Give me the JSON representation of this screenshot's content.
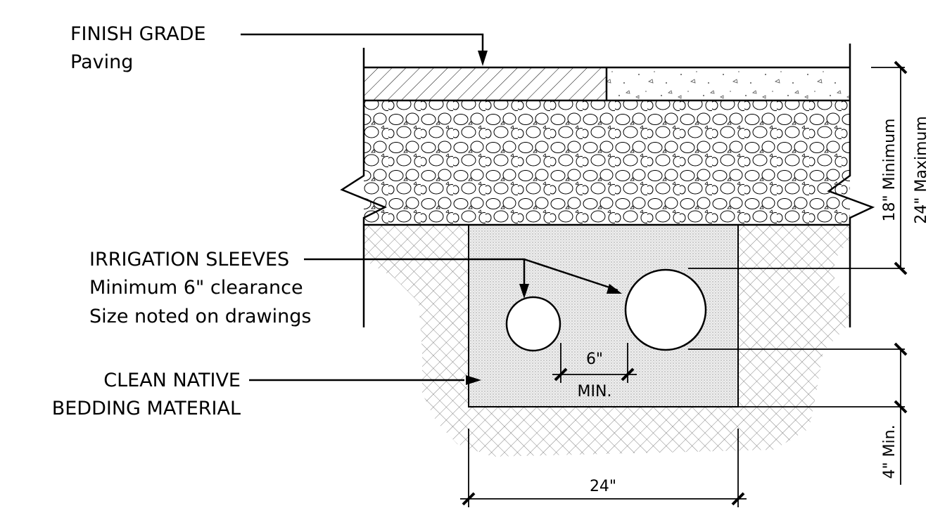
{
  "labels": {
    "finish_grade": "FINISH GRADE",
    "paving": "Paving",
    "irrigation_sleeves": "IRRIGATION SLEEVES",
    "clearance": "Minimum 6\" clearance",
    "size_note": "Size noted on drawings",
    "clean_native": "CLEAN NATIVE",
    "bedding_material": "BEDDING MATERIAL"
  },
  "dimensions": {
    "spacing_value": "6\"",
    "spacing_min": "MIN.",
    "trench_width": "24\"",
    "depth_min": "18\" Minimum",
    "depth_max": "24\" Maximum",
    "bedding_min": "4\" Min."
  }
}
